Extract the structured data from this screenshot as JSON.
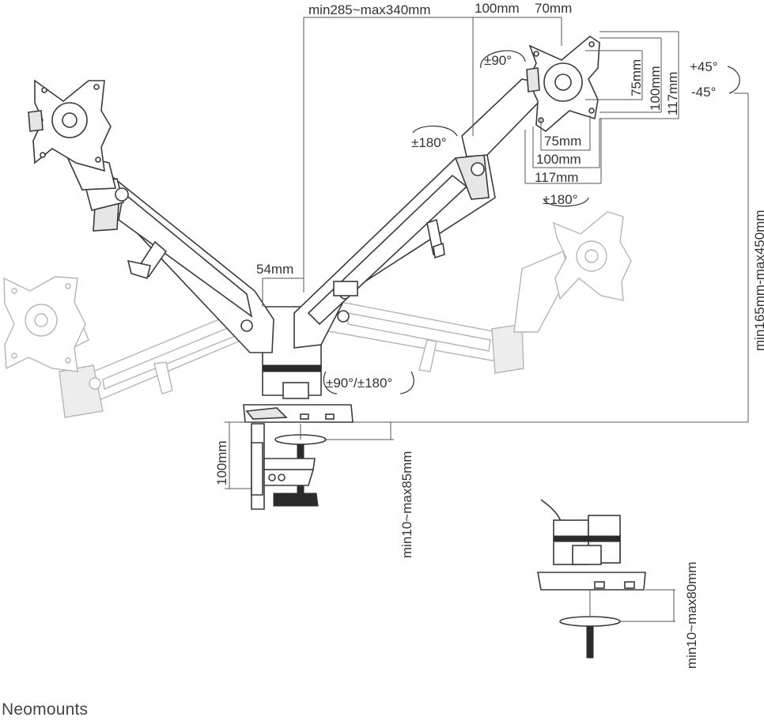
{
  "brand": "Neomounts",
  "labels": {
    "arm_length": "min285~max340mm",
    "arm_100mm": "100mm",
    "arm_70mm": "70mm",
    "rot_90": "±90°",
    "vesa_75_v": "75mm",
    "vesa_100_v": "100mm",
    "vesa_117_v": "117mm",
    "tilt_up": "+45°",
    "tilt_down": "-45°",
    "swivel_arm": "±180°",
    "vesa_75_h": "75mm",
    "vesa_100_h": "100mm",
    "vesa_117_h": "117mm",
    "swivel_head": "±180°",
    "height_range": "min165mm-max450mm",
    "pole_offset": "54mm",
    "base_rotation": "±90°/±180°",
    "clamp_height": "100mm",
    "clamp_range": "min10~max85mm",
    "grommet_range": "min10~max80mm"
  }
}
